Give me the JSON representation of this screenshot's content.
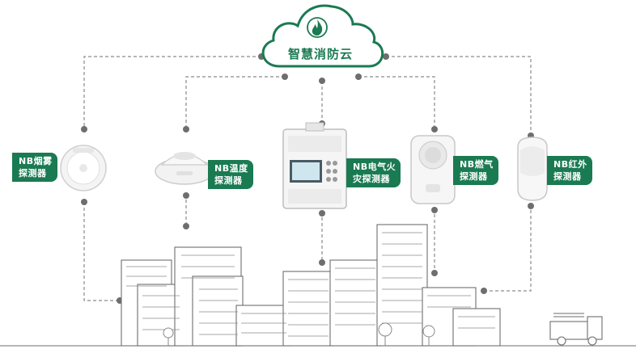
{
  "cloud": {
    "title": "智慧消防云",
    "icon": "flame-icon"
  },
  "devices": [
    {
      "id": "smoke",
      "line1": "NB烟雾",
      "line2": "探测器",
      "icon": "smoke-detector-icon"
    },
    {
      "id": "temp",
      "line1": "NB温度",
      "line2": "探测器",
      "icon": "temperature-detector-icon"
    },
    {
      "id": "electric",
      "line1": "NB电气火",
      "line2": "灾探测器",
      "icon": "electric-fire-detector-icon"
    },
    {
      "id": "gas",
      "line1": "NB燃气",
      "line2": "探测器",
      "icon": "gas-detector-icon"
    },
    {
      "id": "infrared",
      "line1": "NB红外",
      "line2": "探测器",
      "icon": "infrared-detector-icon"
    }
  ],
  "colors": {
    "brand": "#1a7a52",
    "line": "#8a8a8a",
    "building": "#6e6e6e"
  }
}
